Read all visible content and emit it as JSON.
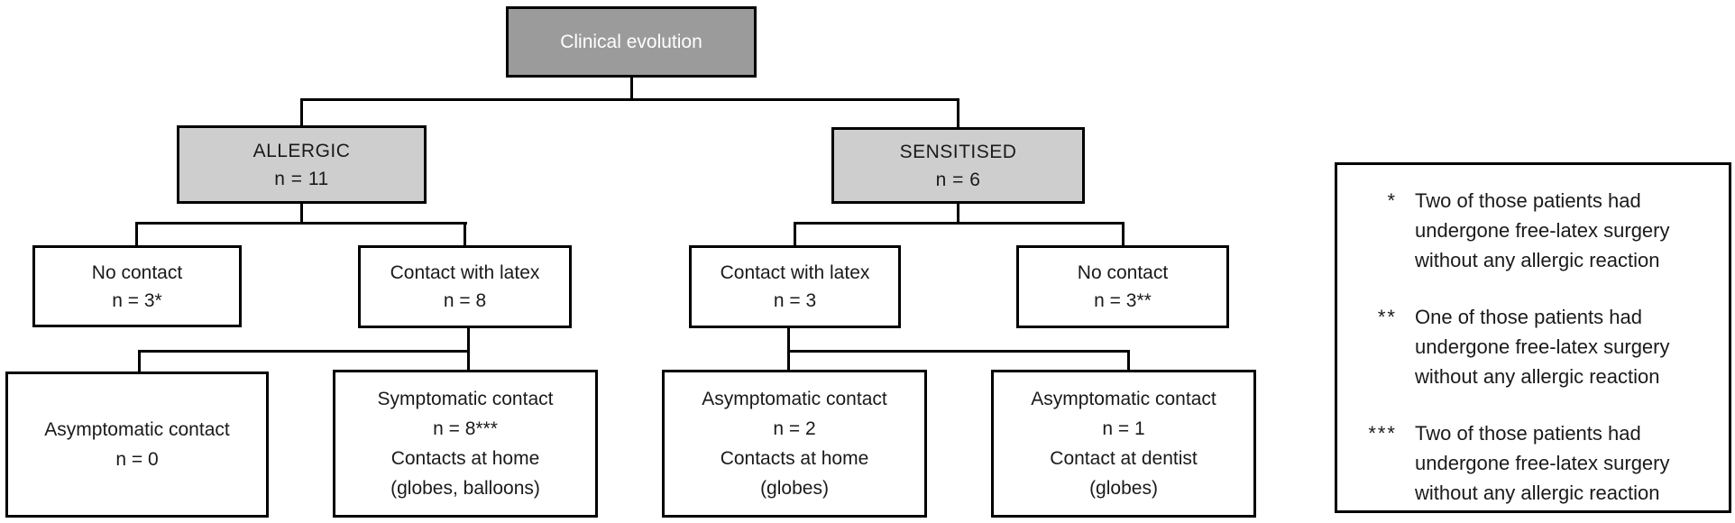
{
  "colors": {
    "page_bg": "#ffffff",
    "line_color": "#000000",
    "text_color": "#1a1a1a",
    "box_fill": "#ffffff",
    "root_fill": "#9b9b9b",
    "root_text": "#ffffff",
    "level2_fill": "#cecece"
  },
  "nodes": {
    "root": {
      "lines": [
        "Clinical evolution"
      ]
    },
    "allergic": {
      "lines": [
        "ALLERGIC",
        "n = 11"
      ]
    },
    "sensitised": {
      "lines": [
        "SENSITISED",
        "n = 6"
      ]
    },
    "allergic_no_contact": {
      "lines": [
        "No contact",
        "n = 3*"
      ]
    },
    "allergic_contact": {
      "lines": [
        "Contact with latex",
        "n = 8"
      ]
    },
    "sensitised_contact": {
      "lines": [
        "Contact with latex",
        "n = 3"
      ]
    },
    "sensitised_no_contact": {
      "lines": [
        "No contact",
        "n = 3**"
      ]
    },
    "asymptomatic_n0": {
      "lines": [
        "Asymptomatic contact",
        "n = 0"
      ]
    },
    "symptomatic_n8": {
      "lines": [
        "Symptomatic contact",
        "n = 8***",
        "Contacts at home",
        "(globes, balloons)"
      ]
    },
    "asymptomatic_n2": {
      "lines": [
        "Asymptomatic contact",
        "n = 2",
        "Contacts at home",
        "(globes)"
      ]
    },
    "asymptomatic_n1": {
      "lines": [
        "Asymptomatic contact",
        "n = 1",
        "Contact at dentist",
        "(globes)"
      ]
    }
  },
  "legend": {
    "notes": [
      {
        "marker": "*",
        "lines": [
          "Two of those patients had",
          "undergone free-latex surgery",
          "without any allergic reaction"
        ]
      },
      {
        "marker": "**",
        "lines": [
          "One of those patients had",
          "undergone free-latex surgery",
          "without any allergic reaction"
        ]
      },
      {
        "marker": "***",
        "lines": [
          "Two of those patients had",
          "undergone free-latex surgery",
          "without any allergic reaction"
        ]
      }
    ]
  }
}
